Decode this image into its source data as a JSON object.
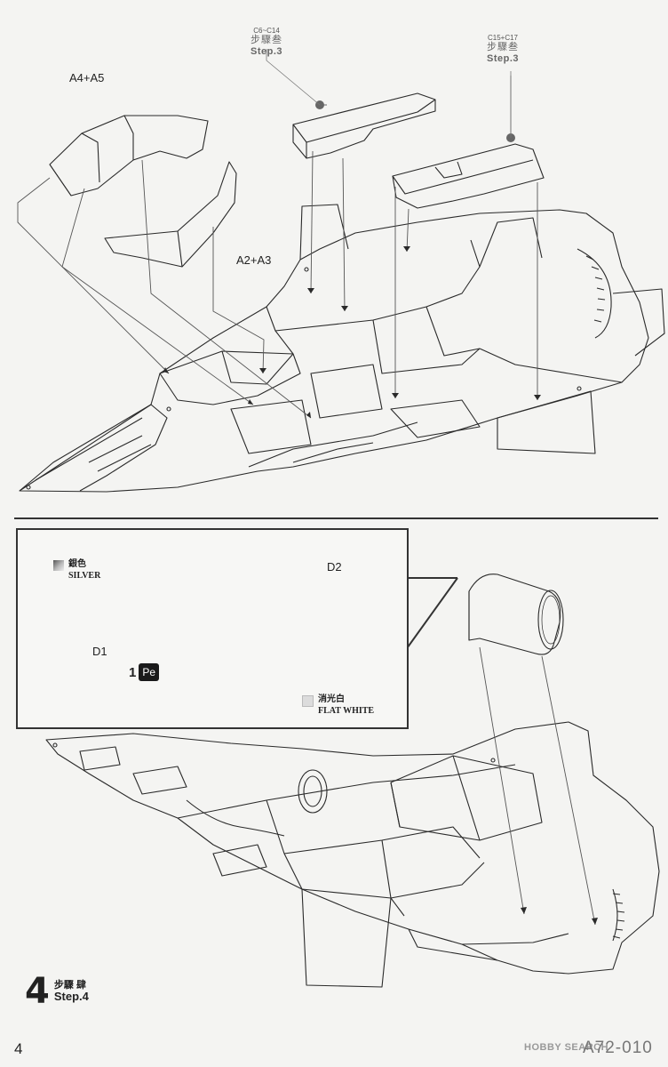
{
  "page_number": "4",
  "footer": {
    "brand": "HOBBY SEARCH",
    "code": "A72-010"
  },
  "top_section": {
    "label_a4_a5": "A4+A5",
    "label_a2_a3": "A2+A3",
    "ref_left": {
      "parts": "C6~C14",
      "step_cn": "步驟叁",
      "step_en": "Step.3"
    },
    "ref_right": {
      "parts": "C15+C17",
      "step_cn": "步驟叁",
      "step_en": "Step.3"
    }
  },
  "inset": {
    "silver_cn": "銀色",
    "silver_en": "SILVER",
    "label_d1": "D1",
    "label_d2": "D2",
    "pe_number": "1",
    "pe_badge": "Pe",
    "white_cn": "消光白",
    "white_en": "FLAT WHITE"
  },
  "step": {
    "number": "4",
    "cn": "步驟 肆",
    "en": "Step.4"
  },
  "colors": {
    "line": "#2a2a2a",
    "silver": "#9a9a9a",
    "flat_white": "#dcdcdc",
    "ref_dot": "#666666"
  }
}
